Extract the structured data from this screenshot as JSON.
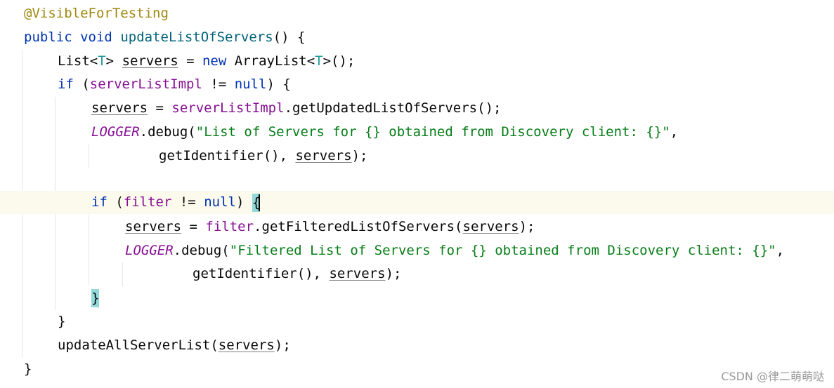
{
  "code": {
    "annotation": "@VisibleForTesting",
    "kw_public": "public",
    "kw_void": "void",
    "method_name": "updateListOfServers",
    "paren_open_brace": "() {",
    "type_list": "List",
    "type_param": "T",
    "var_servers": "servers",
    "kw_new": "new",
    "type_arraylist": "ArrayList",
    "kw_if": "if",
    "field_serverListImpl": "serverListImpl",
    "kw_null": "null",
    "method_getUpdated": "getUpdatedListOfServers",
    "logger": "LOGGER",
    "method_debug": "debug",
    "str_servers_for": "\"List of Servers for {} obtained from Discovery client: {}\"",
    "method_getIdentifier": "getIdentifier",
    "field_filter": "filter",
    "method_getFiltered": "getFilteredListOfServers",
    "str_filtered": "\"Filtered List of Servers for {} obtained from Discovery client: {}\"",
    "method_updateAll": "updateAllServerList"
  },
  "watermark": "CSDN @律二萌萌哒",
  "colors": {
    "keyword": "#0033b3",
    "annotation": "#9e880d",
    "string": "#067d17",
    "field": "#871094",
    "type_param": "#20999d",
    "brace_match": "#93d9d9",
    "current_line": "#fcfaed"
  }
}
